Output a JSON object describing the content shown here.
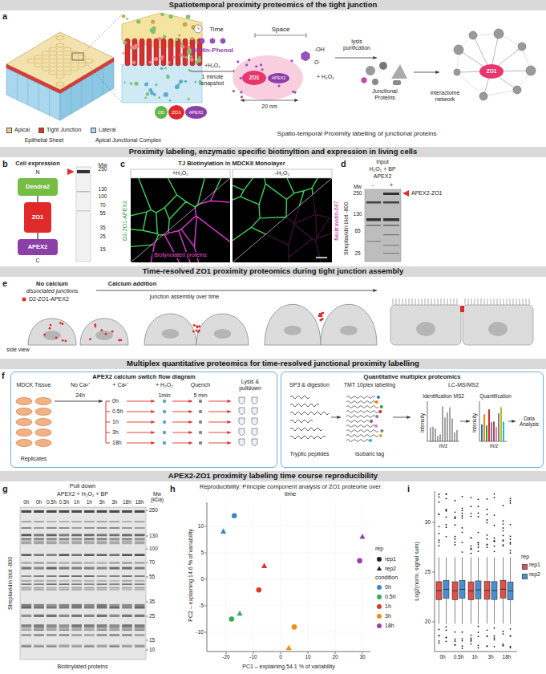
{
  "diagram": {
    "nodes": [
      {
        "text": [
          "Spatiotemporal proximity proteomics of the tight junction"
        ]
      },
      {
        "text": [
          "DD"
        ]
      },
      {
        "text": [
          "ZO1"
        ]
      },
      {
        "text": [
          "APEX2"
        ]
      },
      {
        "text": [
          "ZO1"
        ]
      },
      {
        "text": [
          "APEX2"
        ]
      },
      {
        "text": [
          "ZO1"
        ]
      },
      {
        "text": [
          "Proximity labeling, enzymatic specific biotinyltion and expression in living cells"
        ]
      },
      {
        "text": [
          "Dendra2"
        ]
      },
      {
        "text": [
          "ZO1"
        ]
      },
      {
        "text": [
          "APEX2"
        ]
      },
      {
        "text": [
          "Time-resolved ZO1 proximity proteomics during tight junction assembly"
        ]
      },
      {
        "text": [
          "Multiplex quantitative proteomics for time-resolved junctional proximity labelling"
        ]
      },
      {
        "text": [
          "APEX2 calcium switch flow diagram"
        ]
      },
      {
        "text": [
          "Quantitative multiplex proteomics"
        ]
      },
      {
        "text": [
          "APEX2-ZO1 proximity labeling time course reproducibility"
        ]
      }
    ],
    "edges": [
      {
        "from": 8,
        "to": 9,
        "arrow": "none"
      },
      {
        "from": 9,
        "to": 10,
        "arrow": "none"
      }
    ],
    "labels": [
      "a",
      "Epithelial Sheet",
      "Apical Junctional Complex",
      "Time",
      "Space",
      "Biotin-Phenol",
      "+H₂O₂",
      "1 minute snapshot",
      "-OH",
      "O·",
      "+ H₂O₂",
      "20 nm",
      "lysis purification",
      "Junctional Proteins",
      "interactome network",
      "Spatio-temporal Proximity labelling of junctional proteins",
      "b",
      "Cell expression",
      "N",
      "C",
      "Mw",
      "250",
      "130",
      "100",
      "70",
      "55",
      "35",
      "25",
      "15",
      "c",
      "TJ Biotinylation in MDCKII Monolayer",
      "+H₂O₂",
      "-H₂O₂",
      "D2-ZO1-APEX2",
      "Biotynolated proteins",
      "Neutravidin-647",
      "d",
      "Input",
      "H₂O₂ + BP",
      "APEX2",
      "-",
      "+",
      "Streptavidin blot -800",
      "Mw",
      "250",
      "130",
      "65",
      "25",
      "APEX2-ZO1",
      "e",
      "No calcium",
      "dissociated junctions",
      "D2-ZO1-APEX2",
      "Calcium addition",
      "junction assembly over time",
      "side view",
      "f",
      "MDCK Tissue",
      "No Ca²⁺",
      "+ Ca²⁺",
      "+ H₂O₂",
      "Quench",
      "Lysis & pulldown",
      "24h",
      "0h",
      "0.5h",
      "1h",
      "3h",
      "18h",
      "1min",
      "5 min",
      "Replicates",
      "SP3 & digestion",
      "TMT 10plex labelling",
      "LC-MS/MS2",
      "Tryptic peptides",
      "Isobaric tag",
      "Identification MS2",
      "Quantification",
      "Intensity",
      "m/z",
      "Intensity",
      "m/z",
      "Data Analysis",
      "g",
      "Pull down",
      "APEX2 + H₂O₂ + BP",
      "0h",
      "0h",
      "0.5h",
      "0.5h",
      "1h",
      "1h",
      "3h",
      "3h",
      "18h",
      "18h",
      "Mw (kDa)",
      "250",
      "130",
      "100",
      "70",
      "55",
      "35",
      "25",
      "15",
      "10",
      "Streptavidin blot -800",
      "Biotinylated proteins",
      "h",
      "Reproducibility: Principle component analysis of ZO1 proteome over time",
      "PC2 – explaining 14.6 % of variability",
      "PC1 – explaining 54.1 % of variability",
      "-20",
      "-10",
      "0",
      "10",
      "20",
      "30",
      "10",
      "5",
      "0",
      "-5",
      "-10",
      "rep",
      "condition",
      "i",
      "Log2(norm. signal sum)",
      "30",
      "25",
      "20",
      "0h",
      "0.5h",
      "1h",
      "3h",
      "18h",
      "rep"
    ],
    "legend": [
      {
        "text": "Apical",
        "color": "#e8cf8a"
      },
      {
        "text": "Tight Junction",
        "color": "#e03030"
      },
      {
        "text": "Lateral",
        "color": "#a8d8ec"
      },
      {
        "text": "rep1"
      },
      {
        "text": "rep2"
      },
      {
        "text": "0h",
        "color": "#3a87c8"
      },
      {
        "text": "0.5h",
        "color": "#39a85a"
      },
      {
        "text": "1h",
        "color": "#e0362c"
      },
      {
        "text": "3h",
        "color": "#f28b20"
      },
      {
        "text": "18h",
        "color": "#9b3fb0"
      },
      {
        "text": "rep1",
        "color": "#e0504a"
      },
      {
        "text": "rep2",
        "color": "#4a90d0"
      }
    ]
  }
}
